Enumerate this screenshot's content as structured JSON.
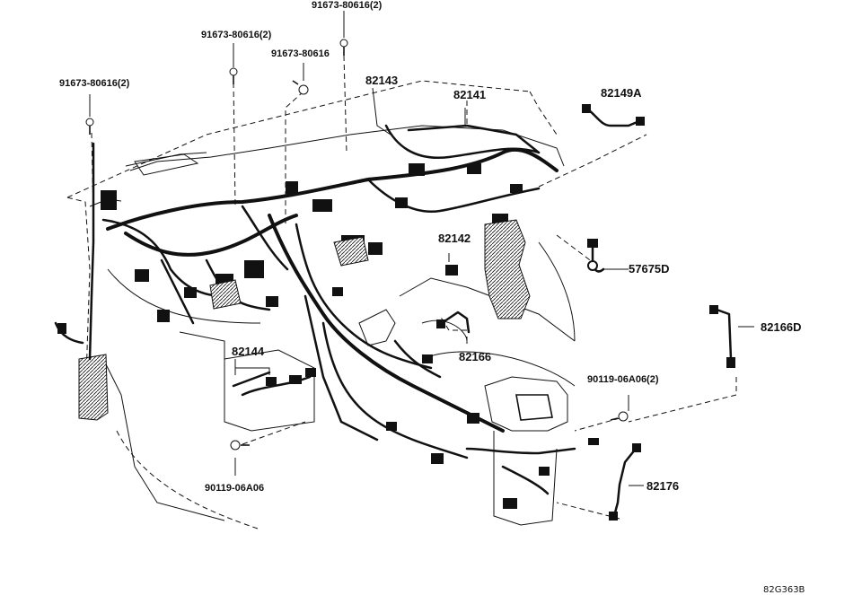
{
  "diagram": {
    "drawing_code": "82G363B",
    "callouts": [
      {
        "id": "c1",
        "text": "91673-80616(2)"
      },
      {
        "id": "c2",
        "text": "91673-80616(2)"
      },
      {
        "id": "c3",
        "text": "91673-80616"
      },
      {
        "id": "c4",
        "text": "91673-80616(2)"
      },
      {
        "id": "c5",
        "text": "82143"
      },
      {
        "id": "c6",
        "text": "82141"
      },
      {
        "id": "c7",
        "text": "82149A"
      },
      {
        "id": "c8",
        "text": "82142"
      },
      {
        "id": "c9",
        "text": "57675D"
      },
      {
        "id": "c10",
        "text": "82166D"
      },
      {
        "id": "c11",
        "text": "82144"
      },
      {
        "id": "c12",
        "text": "82166"
      },
      {
        "id": "c13",
        "text": "90119-06A06(2)"
      },
      {
        "id": "c14",
        "text": "90119-06A06"
      },
      {
        "id": "c15",
        "text": "82176"
      }
    ]
  }
}
